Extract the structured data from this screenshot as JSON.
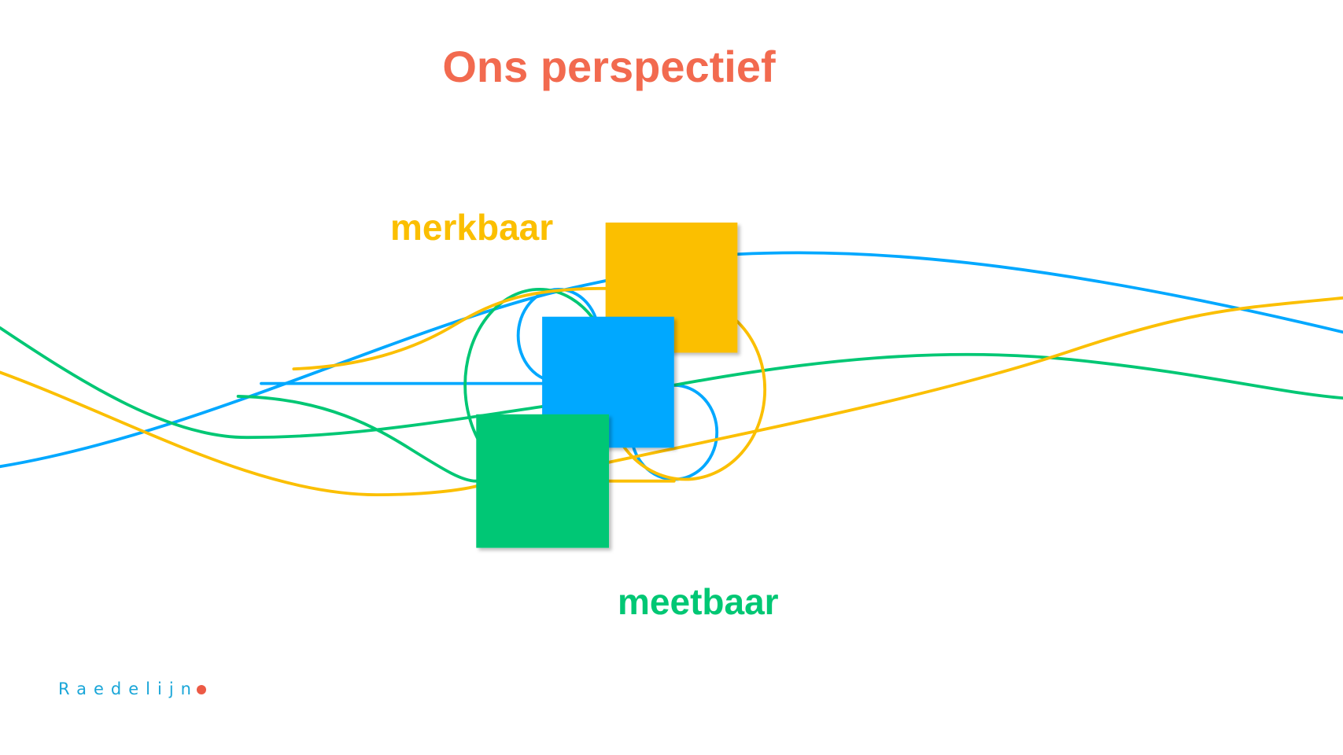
{
  "slide": {
    "title": "Ons perspectief",
    "label_top": "merkbaar",
    "label_bottom": "meetbaar",
    "logo_text": "Raedelijn"
  },
  "colors": {
    "title": "#f26a4f",
    "yellow": "#fbbf00",
    "blue": "#00a8ff",
    "green": "#00c774",
    "logo": "#1aa6d8",
    "logo_dot": "#ec5a45"
  }
}
